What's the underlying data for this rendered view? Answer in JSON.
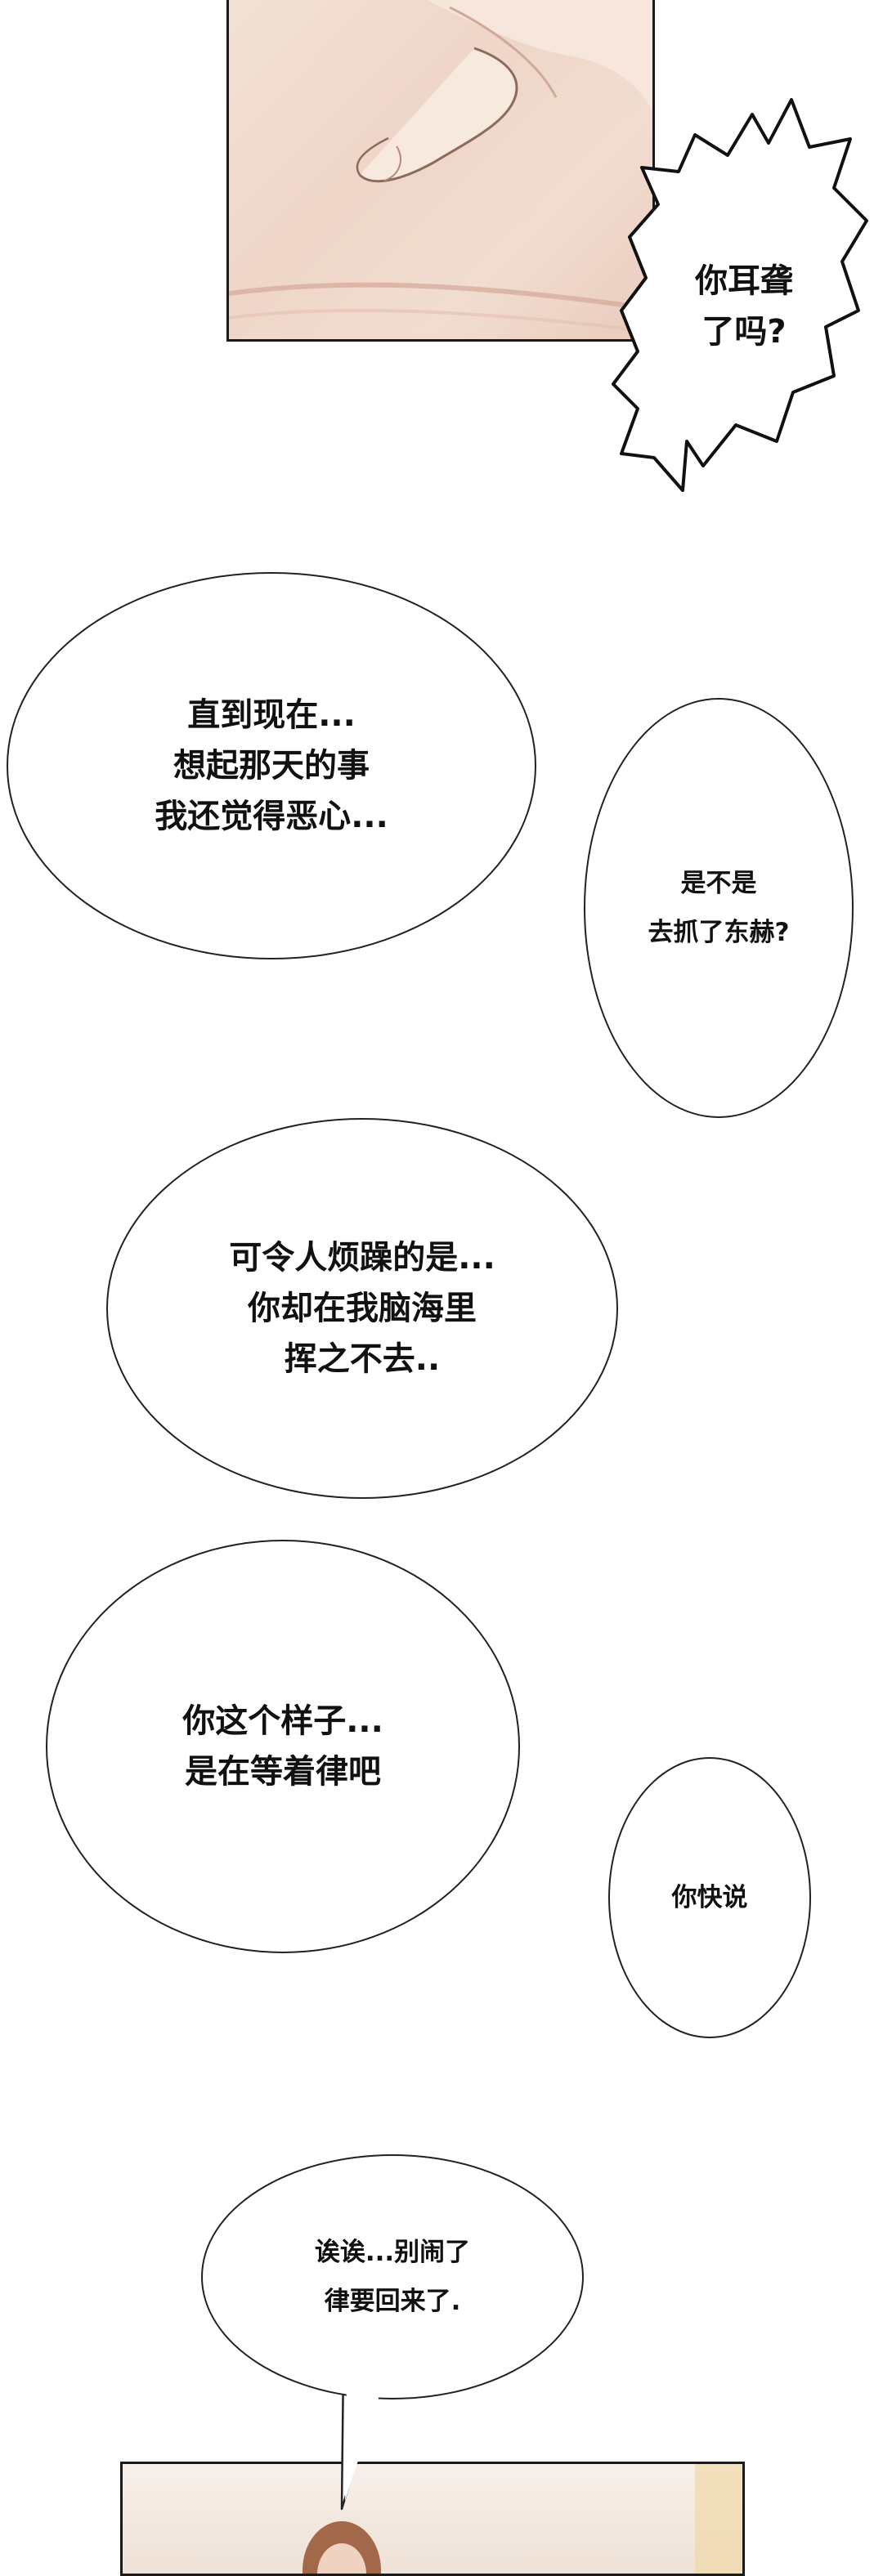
{
  "bubbles": {
    "b1": "你耳聋\n了吗?",
    "b2": "直到现在...\n想起那天的事\n我还觉得恶心...",
    "b3": "是不是\n去抓了东赫?",
    "b4": "可令人烦躁的是...\n你却在我脑海里\n挥之不去..",
    "b5": "你这个样子...\n是在等着律吧",
    "b6": "你快说",
    "b7": "诶诶...别闹了\n律要回来了."
  },
  "colors": {
    "skin": "#eed6c8",
    "ink": "#1a1a1a",
    "paper": "#ffffff"
  }
}
